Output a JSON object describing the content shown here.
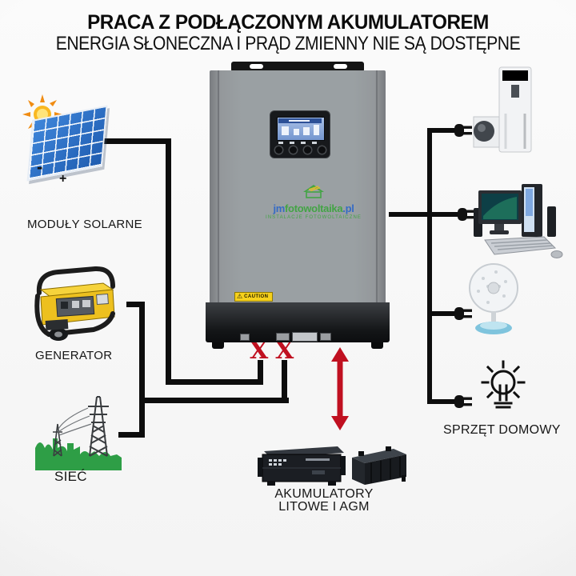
{
  "header": {
    "title": "PRACA Z PODŁĄCZONYM AKUMULATOREM",
    "subtitle": "ENERGIA SŁONECZNA I PRĄD ZMIENNY NIE SĄ DOSTĘPNE"
  },
  "left_column": {
    "solar": {
      "label": "MODUŁY SOLARNE",
      "minus_sign": "-",
      "plus_sign": "+"
    },
    "generator": {
      "label": "GENERATOR"
    },
    "grid": {
      "label": "SIEĆ"
    }
  },
  "right_column": {
    "appliances_label": "SPRZĘT DOMOWY"
  },
  "bottom": {
    "batteries_label_line1": "AKUMULATORY",
    "batteries_label_line2": "LITOWE I AGM"
  },
  "inverter": {
    "caution_label": "CAUTION",
    "caution_symbol": "⚠",
    "logo": {
      "prefix": "jm",
      "main": "fotowoltaika",
      "suffix": ".pl",
      "tagline": "INSTALACJE FOTOWOLTAICZNE"
    }
  },
  "markers": {
    "x_solar": "X",
    "x_grid": "X"
  },
  "colors": {
    "wire": "#0d0d0d",
    "red_marker": "#c01020",
    "panel_blue": "#2a6ac2",
    "generator_yellow": "#edc01f",
    "grid_green": "#2e9e46",
    "lcd_blue": "#7496cf"
  }
}
